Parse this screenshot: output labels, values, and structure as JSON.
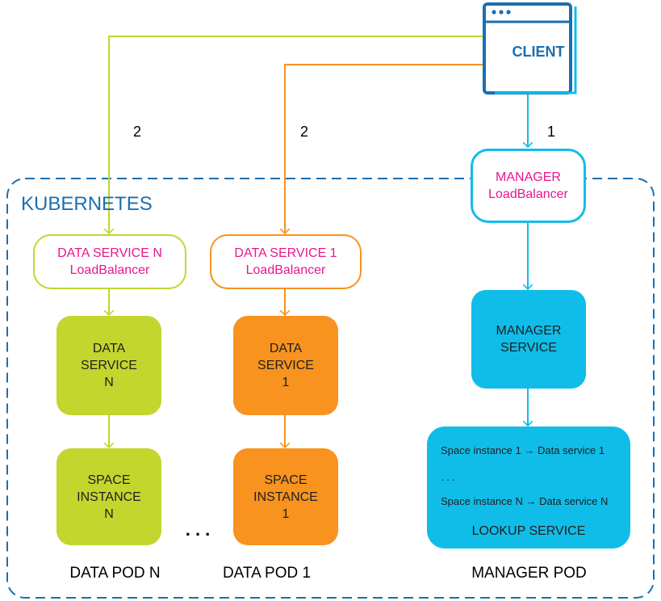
{
  "client": {
    "label": "CLIENT"
  },
  "kubernetes": {
    "label": "KUBERNETES"
  },
  "arrows": {
    "to_manager": "1",
    "to_data_1": "2",
    "to_data_n": "2"
  },
  "pods": {
    "data_n": {
      "lb_line1": "DATA SERVICE N",
      "lb_line2": "LoadBalancer",
      "service_lines": [
        "DATA",
        "SERVICE",
        "N"
      ],
      "space_lines": [
        "SPACE",
        "INSTANCE",
        "N"
      ],
      "pod_label": "DATA POD N"
    },
    "data_1": {
      "lb_line1": "DATA SERVICE 1",
      "lb_line2": "LoadBalancer",
      "service_lines": [
        "DATA",
        "SERVICE",
        "1"
      ],
      "space_lines": [
        "SPACE",
        "INSTANCE",
        "1"
      ],
      "pod_label": "DATA POD 1"
    },
    "ellipsis": ". . .",
    "manager": {
      "lb_line1": "MANAGER",
      "lb_line2": "LoadBalancer",
      "service_lines": [
        "MANAGER",
        "SERVICE"
      ],
      "lookup_rows": [
        "Space instance 1 → Data service 1",
        ". . .",
        "Space instance N → Data service N"
      ],
      "lookup_title": "LOOKUP SERVICE",
      "pod_label": "MANAGER POD"
    }
  },
  "colors": {
    "client_blue": "#1a6fb0",
    "manager_cyan": "#10bde9",
    "data_n_green": "#c2d62e",
    "data_1_orange": "#f7931e",
    "lb_pink": "#e6178e",
    "k8s_dash": "#1a6fb0"
  }
}
